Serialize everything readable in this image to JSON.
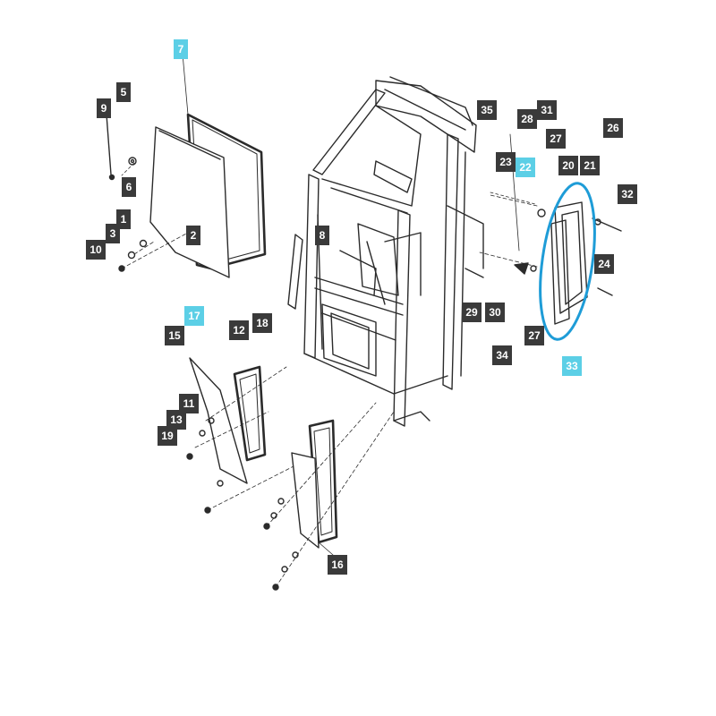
{
  "accent_color": "#5ccfe6",
  "callout_color": "#3a3a3a",
  "highlight_ring_color": "#1e9cd7",
  "callouts": [
    {
      "id": "c7",
      "label": "7",
      "highlight": true
    },
    {
      "id": "c5",
      "label": "5",
      "highlight": false
    },
    {
      "id": "c9",
      "label": "9",
      "highlight": false
    },
    {
      "id": "c6",
      "label": "6",
      "highlight": false
    },
    {
      "id": "c1",
      "label": "1",
      "highlight": false
    },
    {
      "id": "c3",
      "label": "3",
      "highlight": false
    },
    {
      "id": "c10",
      "label": "10",
      "highlight": false
    },
    {
      "id": "c2",
      "label": "2",
      "highlight": false
    },
    {
      "id": "c8",
      "label": "8",
      "highlight": false
    },
    {
      "id": "c35",
      "label": "35",
      "highlight": false
    },
    {
      "id": "c28",
      "label": "28",
      "highlight": false
    },
    {
      "id": "c31",
      "label": "31",
      "highlight": false
    },
    {
      "id": "c27a",
      "label": "27",
      "highlight": false
    },
    {
      "id": "c26",
      "label": "26",
      "highlight": false
    },
    {
      "id": "c23",
      "label": "23",
      "highlight": false
    },
    {
      "id": "c22",
      "label": "22",
      "highlight": true
    },
    {
      "id": "c20",
      "label": "20",
      "highlight": false
    },
    {
      "id": "c21",
      "label": "21",
      "highlight": false
    },
    {
      "id": "c32",
      "label": "32",
      "highlight": false
    },
    {
      "id": "c24",
      "label": "24",
      "highlight": false
    },
    {
      "id": "c29",
      "label": "29",
      "highlight": false
    },
    {
      "id": "c30",
      "label": "30",
      "highlight": false
    },
    {
      "id": "c27b",
      "label": "27",
      "highlight": false
    },
    {
      "id": "c34",
      "label": "34",
      "highlight": false
    },
    {
      "id": "c33",
      "label": "33",
      "highlight": true
    },
    {
      "id": "c17",
      "label": "17",
      "highlight": true
    },
    {
      "id": "c15",
      "label": "15",
      "highlight": false
    },
    {
      "id": "c12",
      "label": "12",
      "highlight": false
    },
    {
      "id": "c18",
      "label": "18",
      "highlight": false
    },
    {
      "id": "c11",
      "label": "11",
      "highlight": false
    },
    {
      "id": "c13",
      "label": "13",
      "highlight": false
    },
    {
      "id": "c19",
      "label": "19",
      "highlight": false
    },
    {
      "id": "c16",
      "label": "16",
      "highlight": false
    }
  ]
}
